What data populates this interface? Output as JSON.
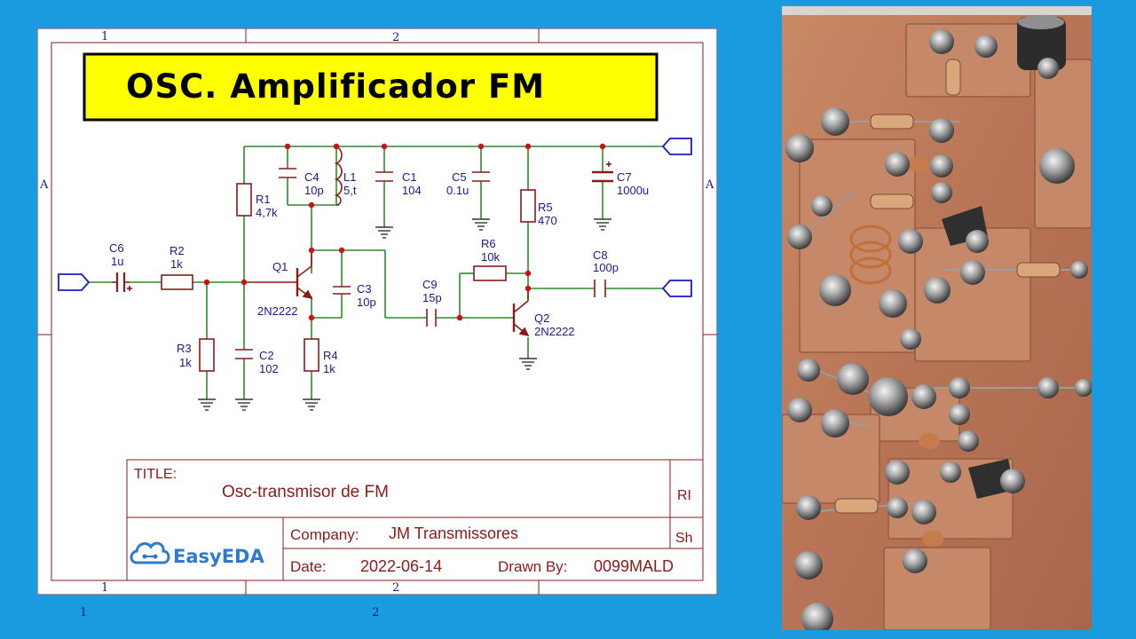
{
  "banner": {
    "title": "OSC. Amplificador FM"
  },
  "frame": {
    "columns": [
      "1",
      "2"
    ],
    "rows": [
      "A"
    ]
  },
  "components": {
    "C6": {
      "ref": "C6",
      "value": "1u"
    },
    "R2": {
      "ref": "R2",
      "value": "1k"
    },
    "R1": {
      "ref": "R1",
      "value": "4,7k"
    },
    "C4": {
      "ref": "C4",
      "value": "10p"
    },
    "L1": {
      "ref": "L1",
      "value": "5,t"
    },
    "C1": {
      "ref": "C1",
      "value": "104"
    },
    "C5": {
      "ref": "C5",
      "value": "0.1u"
    },
    "R5": {
      "ref": "R5",
      "value": "470"
    },
    "C7": {
      "ref": "C7",
      "value": "1000u"
    },
    "Q1": {
      "ref": "Q1",
      "value": "2N2222"
    },
    "C3": {
      "ref": "C3",
      "value": "10p"
    },
    "R6": {
      "ref": "R6",
      "value": "10k"
    },
    "C8": {
      "ref": "C8",
      "value": "100p"
    },
    "C9": {
      "ref": "C9",
      "value": "15p"
    },
    "Q2": {
      "ref": "Q2",
      "value": "2N2222"
    },
    "R3": {
      "ref": "R3",
      "value": "1k"
    },
    "C2": {
      "ref": "C2",
      "value": "102"
    },
    "R4": {
      "ref": "R4",
      "value": "1k"
    }
  },
  "title_block": {
    "title_label": "TITLE:",
    "title_value": "Osc-transmisor de FM",
    "rev_label": "RI",
    "company_label": "Company:",
    "company_value": "JM Transmissores",
    "sheet_label": "Sh",
    "date_label": "Date:",
    "date_value": "2022-06-14",
    "drawn_label": "Drawn By:",
    "drawn_value": "0099MALD",
    "logo_text": "EasyEDA"
  },
  "below_sheet": [
    "1",
    "2"
  ],
  "colors": {
    "background": "#1a9be0",
    "frame": "#8b1a1a",
    "wire": "#2e8b2e",
    "component": "#8b1a1a",
    "junction": "#cc1111",
    "label_text": "#1a1a8c",
    "banner_fill": "#ffff00",
    "port": "#1a1acc",
    "logo": "#2e7ad1"
  }
}
